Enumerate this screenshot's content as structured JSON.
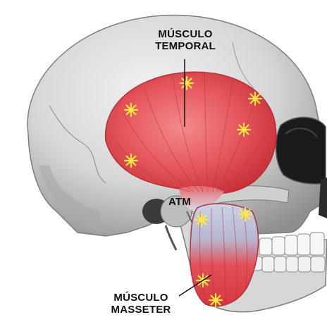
{
  "labels": {
    "temporal": {
      "line1": "MÚSCULO",
      "line2": "TEMPORAL"
    },
    "atm": "ATM",
    "masseter": {
      "line1": "MÚSCULO",
      "line2": "MASSETER"
    }
  },
  "colors": {
    "background": "#ffffff",
    "skull": "#d9d9d9",
    "skull_shadow": "#9a9a9a",
    "muscle": "#e0424b",
    "muscle_light": "#f07a7e",
    "tendon": "#cfd6e6",
    "pain_point": "#ffe840",
    "label_text": "#111111",
    "leader_line": "#111111"
  },
  "icons": [
    "trigger-point-star-icon"
  ]
}
